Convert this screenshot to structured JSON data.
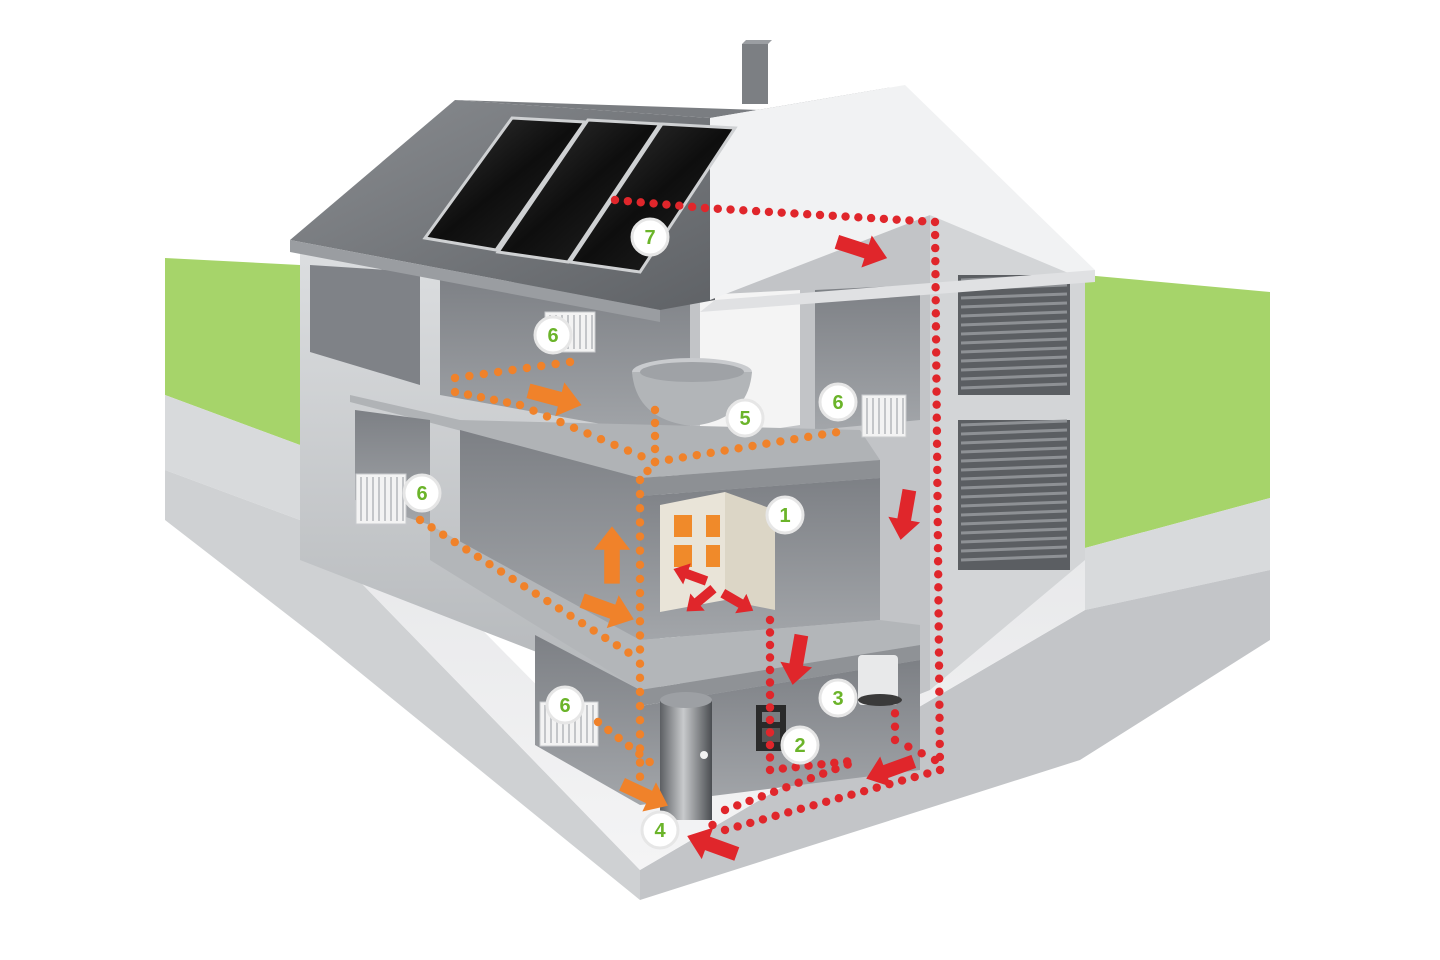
{
  "colors": {
    "lawn": "#a6d46a",
    "ground": "#d9dbdd",
    "roof": "#6f7276",
    "roof_underside": "#a9acb0",
    "wall": "#c9cbce",
    "wall_dark": "#9ea1a5",
    "floor_slab": "#b5b8bb",
    "room_interior": "#8c8f93",
    "solar_panel": "#141414",
    "hot_loop": "#e0262b",
    "warm_loop": "#f0822a",
    "badge_fill": "#ffffff",
    "badge_text": "#6bb42a",
    "badge_ring": "#e6e6e6"
  },
  "icons": {
    "solar_panel": "solar-panel-icon",
    "stove": "wood-stove-icon",
    "boiler": "boiler-icon",
    "storage_tank": "storage-tank-icon",
    "control_panel": "control-panel-icon",
    "bathtub": "bathtub-icon",
    "radiator": "radiator-icon",
    "vent_grille": "vent-grille-icon",
    "arrow": "flow-arrow-icon"
  },
  "badges": [
    {
      "id": "stove",
      "label": "1"
    },
    {
      "id": "controller",
      "label": "2"
    },
    {
      "id": "boiler",
      "label": "3"
    },
    {
      "id": "tank",
      "label": "4"
    },
    {
      "id": "bathtub",
      "label": "5"
    },
    {
      "id": "radiator-attic-left",
      "label": "6"
    },
    {
      "id": "radiator-attic-right",
      "label": "6"
    },
    {
      "id": "radiator-middle-left",
      "label": "6"
    },
    {
      "id": "radiator-ground-left",
      "label": "6"
    },
    {
      "id": "solar",
      "label": "7"
    }
  ]
}
